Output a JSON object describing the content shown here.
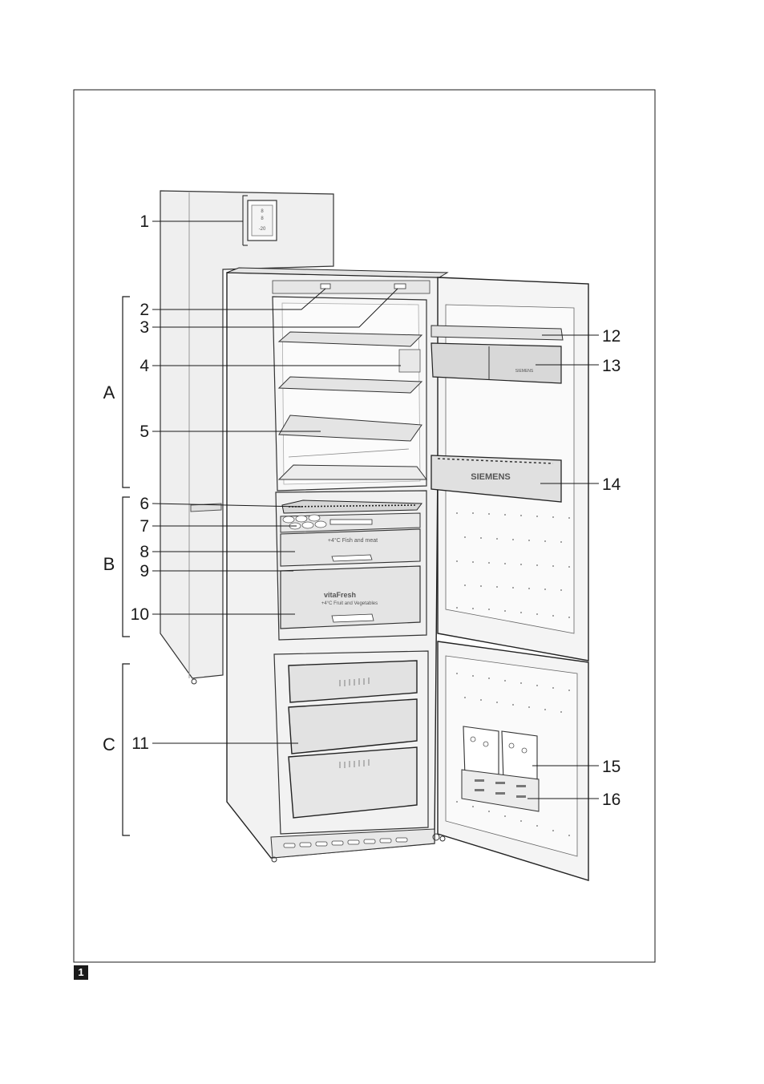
{
  "figure": {
    "number": "1"
  },
  "brand": "SIEMENS",
  "display": {
    "readouts": [
      "8",
      "8",
      "-20"
    ]
  },
  "drawer_texts": {
    "fish_meat": "+4°C Fish and meat",
    "vitafresh_title": "vitaFresh",
    "vitafresh_sub": "+4°C Fruit and Vegetables"
  },
  "callouts": [
    "1",
    "2",
    "3",
    "4",
    "5",
    "6",
    "7",
    "8",
    "9",
    "10",
    "11",
    "12",
    "13",
    "14",
    "15",
    "16"
  ],
  "sections": [
    "A",
    "B",
    "C"
  ],
  "colors": {
    "line": "#1a1a1a",
    "panel": "#f0f0f0",
    "shade": "#d8d8d8",
    "dark": "#555555"
  }
}
